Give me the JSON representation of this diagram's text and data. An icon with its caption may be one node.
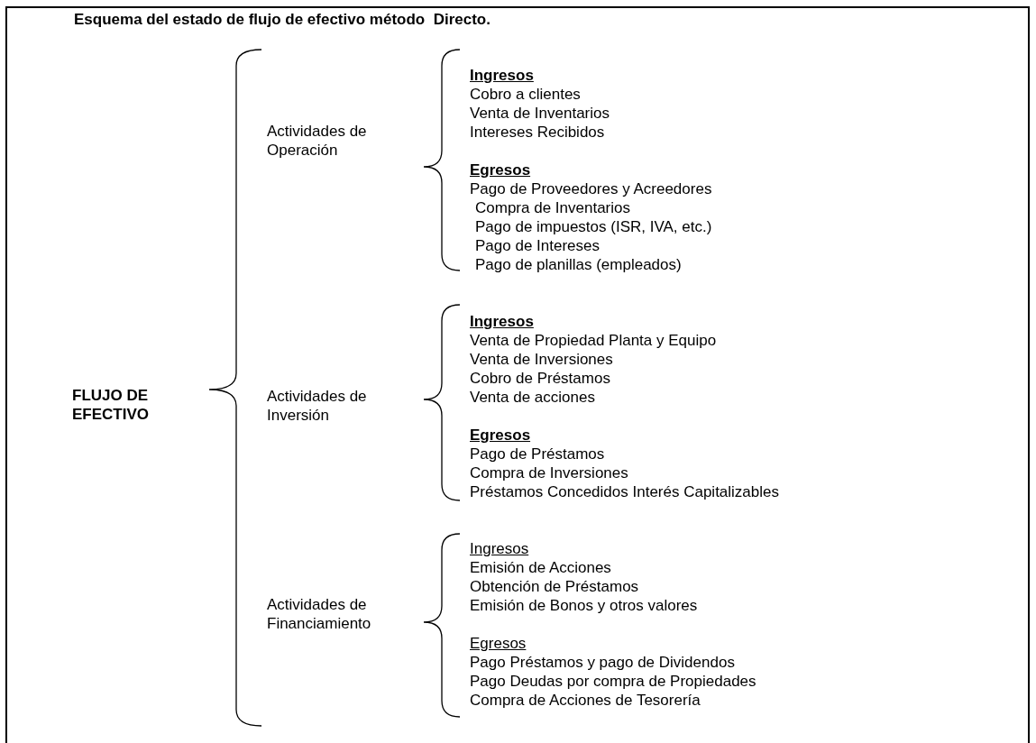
{
  "diagram": {
    "title": "Esquema del estado de flujo de efectivo método  Directo.",
    "labels": [
      "FLUJO DE EFECTIVO",
      "Actividades de Operación",
      "Ingresos",
      "Cobro a clientes",
      "Venta de Inventarios",
      "Intereses Recibidos",
      "Egresos",
      "Pago de Proveedores y Acreedores",
      "Compra de Inventarios",
      "Pago de impuestos (ISR, IVA, etc.)",
      "Pago de Intereses",
      "Pago de planillas (empleados)",
      "Actividades de Inversión",
      "Ingresos",
      "Venta de Propiedad Planta y Equipo",
      "Venta de Inversiones",
      "Cobro de Préstamos",
      "Venta de acciones",
      "Egresos",
      "Pago de Préstamos",
      "Compra de Inversiones",
      "Préstamos Concedidos Interés Capitalizables",
      "Actividades de Financiamiento",
      "Ingresos",
      "Emisión de Acciones",
      "Obtención de Préstamos",
      "Emisión de Bonos y otros valores",
      "Egresos",
      "Pago Préstamos y pago de Dividendos",
      "Pago Deudas por compra de Propiedades",
      "Compra de Acciones de Tesorería"
    ]
  }
}
